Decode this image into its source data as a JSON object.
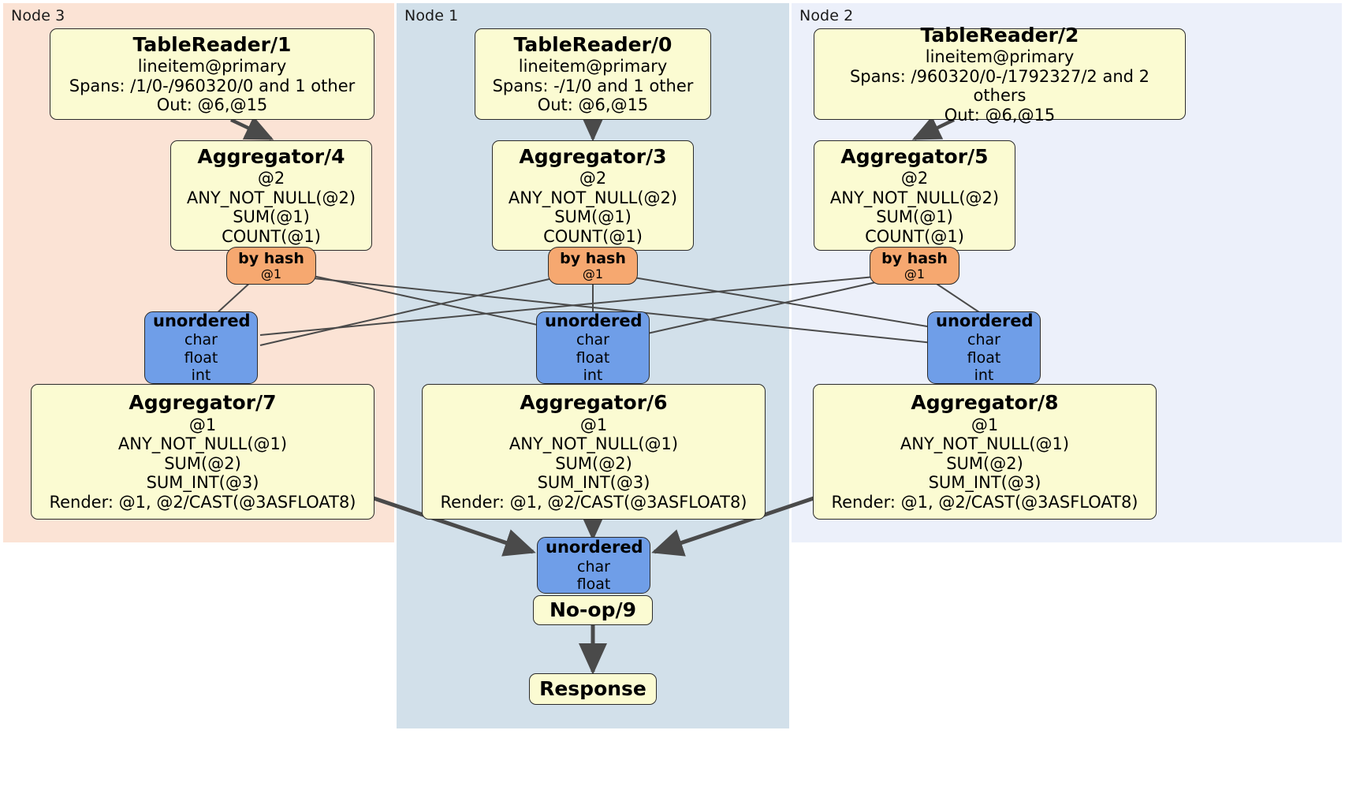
{
  "diagram": {
    "type": "distributed-query-plan",
    "panels": [
      {
        "id": "node3",
        "label": "Node 3",
        "color": "#fbe3d5"
      },
      {
        "id": "node1",
        "label": "Node 1",
        "color": "#d2e0ea"
      },
      {
        "id": "node2",
        "label": "Node 2",
        "color": "#ecf0fa"
      }
    ],
    "processors": {
      "table_reader_1": {
        "title": "TableReader/1",
        "lines": [
          "lineitem@primary",
          "Spans: /1/0-/960320/0 and 1 other",
          "Out: @6,@15"
        ]
      },
      "table_reader_0": {
        "title": "TableReader/0",
        "lines": [
          "lineitem@primary",
          "Spans: -/1/0 and 1 other",
          "Out: @6,@15"
        ]
      },
      "table_reader_2": {
        "title": "TableReader/2",
        "lines": [
          "lineitem@primary",
          "Spans: /960320/0-/1792327/2 and 2 others",
          "Out: @6,@15"
        ]
      },
      "aggregator_4": {
        "title": "Aggregator/4",
        "lines": [
          "@2",
          "ANY_NOT_NULL(@2)",
          "SUM(@1)",
          "COUNT(@1)"
        ]
      },
      "aggregator_3": {
        "title": "Aggregator/3",
        "lines": [
          "@2",
          "ANY_NOT_NULL(@2)",
          "SUM(@1)",
          "COUNT(@1)"
        ]
      },
      "aggregator_5": {
        "title": "Aggregator/5",
        "lines": [
          "@2",
          "ANY_NOT_NULL(@2)",
          "SUM(@1)",
          "COUNT(@1)"
        ]
      },
      "aggregator_7": {
        "title": "Aggregator/7",
        "lines": [
          "@1",
          "ANY_NOT_NULL(@1)",
          "SUM(@2)",
          "SUM_INT(@3)",
          "Render: @1, @2/CAST(@3ASFLOAT8)"
        ]
      },
      "aggregator_6": {
        "title": "Aggregator/6",
        "lines": [
          "@1",
          "ANY_NOT_NULL(@1)",
          "SUM(@2)",
          "SUM_INT(@3)",
          "Render: @1, @2/CAST(@3ASFLOAT8)"
        ]
      },
      "aggregator_8": {
        "title": "Aggregator/8",
        "lines": [
          "@1",
          "ANY_NOT_NULL(@1)",
          "SUM(@2)",
          "SUM_INT(@3)",
          "Render: @1, @2/CAST(@3ASFLOAT8)"
        ]
      },
      "noop_9": {
        "title": "No-op/9"
      },
      "response": {
        "title": "Response"
      }
    },
    "outputs": {
      "by_hash_left": {
        "title": "by hash",
        "lines": [
          "@1"
        ]
      },
      "by_hash_center": {
        "title": "by hash",
        "lines": [
          "@1"
        ]
      },
      "by_hash_right": {
        "title": "by hash",
        "lines": [
          "@1"
        ]
      }
    },
    "routers": {
      "unordered_left": {
        "title": "unordered",
        "lines": [
          "char",
          "float",
          "int"
        ]
      },
      "unordered_center": {
        "title": "unordered",
        "lines": [
          "char",
          "float",
          "int"
        ]
      },
      "unordered_right": {
        "title": "unordered",
        "lines": [
          "char",
          "float",
          "int"
        ]
      },
      "unordered_final": {
        "title": "unordered",
        "lines": [
          "char",
          "float"
        ]
      }
    },
    "colors": {
      "processor_fill": "#fbfbd2",
      "router_fill": "#6f9ee8",
      "hash_fill": "#f6a870",
      "stroke": "#2b2b2b",
      "edge": "#4a4a4a"
    }
  }
}
